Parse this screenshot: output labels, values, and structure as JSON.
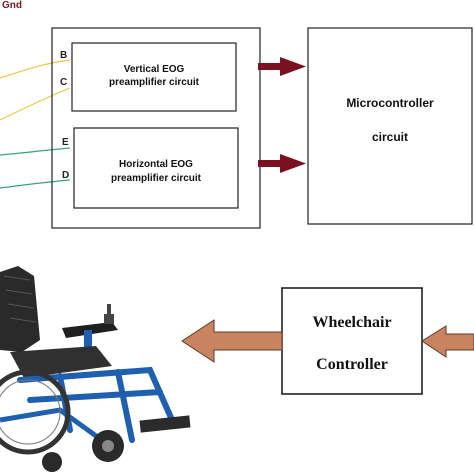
{
  "top_label": "Gnd",
  "pins": {
    "b": "B",
    "c": "C",
    "e": "E",
    "d": "D"
  },
  "vertical_box": {
    "line1": "Vertical EOG",
    "line2": "preamplifier circuit"
  },
  "horizontal_box": {
    "line1": "Horizontal  EOG",
    "line2": "preamplifier circuit"
  },
  "microcontroller_box": {
    "line1": "Microcontroller",
    "line2": "circuit"
  },
  "controller_box": {
    "line1": "Wheelchair",
    "line2": "Controller"
  },
  "colors": {
    "wire_yellow": "#e8c84a",
    "wire_green": "#3aa37a",
    "arrow_dark": "#7a1020",
    "arrow_brown": "#c9845f",
    "gnd_text": "#7a1a2a",
    "wheelchair_frame": "#1f5fb0"
  }
}
